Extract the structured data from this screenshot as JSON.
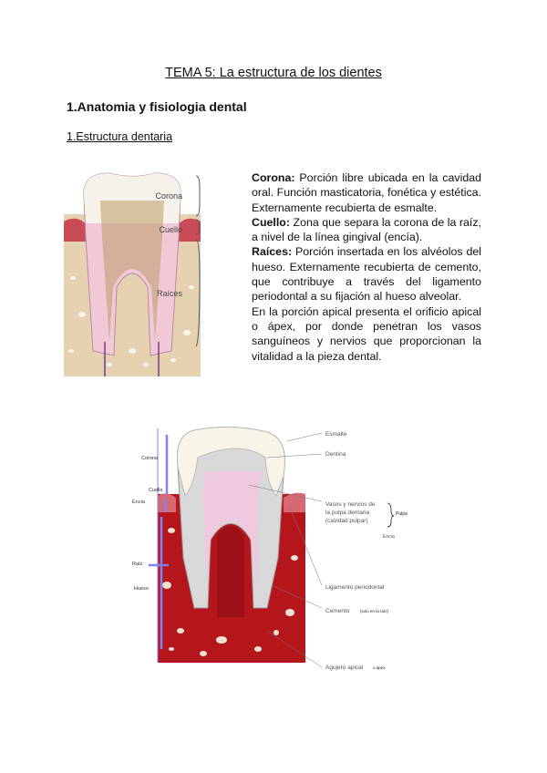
{
  "title": "TEMA 5: La estructura de los dientes",
  "heading": "1.Anatomia y fisiologia dental",
  "subheading": "1.Estructura dentaria",
  "description": [
    {
      "term": "Corona:",
      "text": " Porción libre ubicada en la cavidad oral. Función masticatoria, fonética y estética. Externamente recubierta de esmalte."
    },
    {
      "term": "Cuello:",
      "text": " Zona que separa la corona de la raíz, a nivel de la línea gingival (encía)."
    },
    {
      "term": "Raíces:",
      "text": " Porción insertada en los alvéolos del hueso. Externamente recubierta de cemento, que contribuye a través del ligamento periodontal a su fijación al hueso alveolar."
    },
    {
      "term": "",
      "text": "En la porción apical presenta el orificio apical o ápex, por donde penetran los vasos sanguíneos y nervios que proporcionan la vitalidad a la pieza dental."
    }
  ],
  "figure1": {
    "labels": [
      "Corona",
      "Cuello",
      "Raíces"
    ]
  },
  "figure2": {
    "left_labels": [
      "Corona",
      "Cuello",
      "Encía",
      "Raíz",
      "Hueso"
    ],
    "right_labels": [
      "Esmalte",
      "Dentina",
      "Vasos y nervios de",
      "la pulpa dentaria",
      "(cavidad pulpar)",
      "Pulpa",
      "Encía",
      "Ligamento periodontal",
      "Cemento",
      "(solo en la raíz)",
      "Agujero apical",
      "o ápex"
    ]
  },
  "colors": {
    "bone": "#b5161c",
    "gum": "#c9454f",
    "enamel": "#f7f3e6",
    "dentin": "#cfcfcf",
    "pulp": "#f1c6dd",
    "bracket": "#8080ee"
  }
}
